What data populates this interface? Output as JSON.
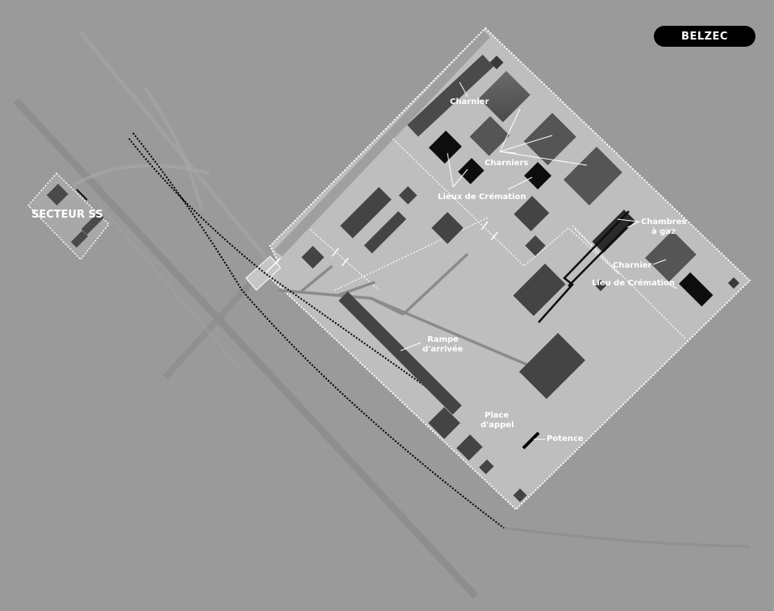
{
  "title": "BELZEC",
  "labels": {
    "secteur_ss": "SECTEUR SS",
    "charnier_top": "Charnier",
    "charniers": "Charniers",
    "lieux_cremation": "Lieux de Crémation",
    "chambres_l1": "Chambres",
    "chambres_l2": "à gaz",
    "charnier_right": "Charnier",
    "lieu_cremation": "Lieu de Crémation",
    "rampe_l1": "Rampe",
    "rampe_l2": "d'arrivée",
    "place_l1": "Place",
    "place_l2": "d'appel",
    "potence": "Potence"
  },
  "colors": {
    "background": "#9a9a9a",
    "camp_ground": "#bdbdbd",
    "building": "#4a4a4a",
    "building_dark": "#0d0d0d",
    "road": "#8a8a8a"
  }
}
